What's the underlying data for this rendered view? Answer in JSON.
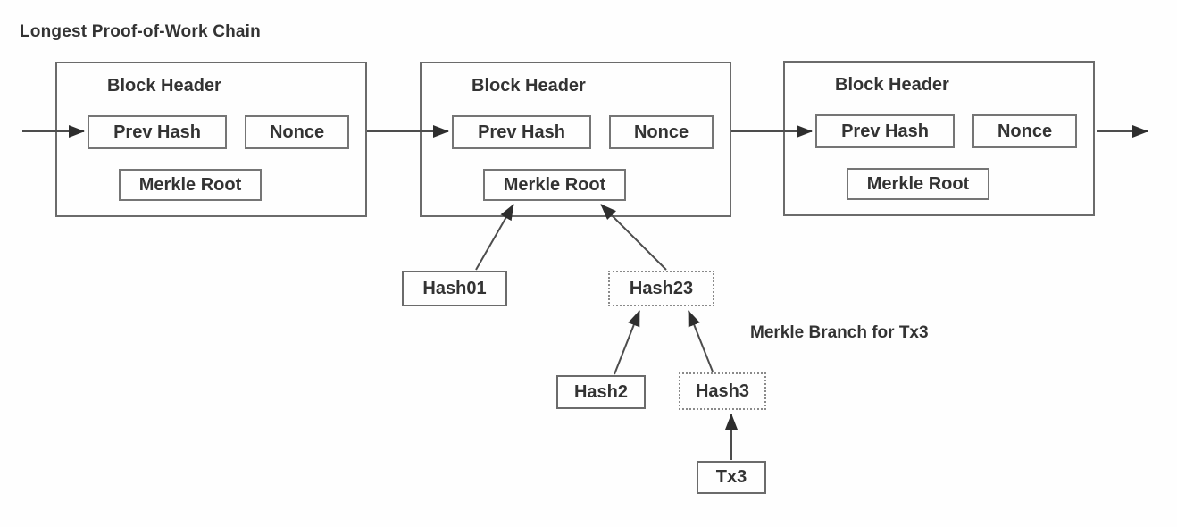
{
  "title": "Longest Proof-of-Work Chain",
  "blocks": [
    {
      "header": "Block Header",
      "prev_hash": "Prev Hash",
      "nonce": "Nonce",
      "merkle_root": "Merkle Root"
    },
    {
      "header": "Block Header",
      "prev_hash": "Prev Hash",
      "nonce": "Nonce",
      "merkle_root": "Merkle Root"
    },
    {
      "header": "Block Header",
      "prev_hash": "Prev Hash",
      "nonce": "Nonce",
      "merkle_root": "Merkle Root"
    }
  ],
  "merkle_tree": {
    "hash01": "Hash01",
    "hash23": "Hash23",
    "hash2": "Hash2",
    "hash3": "Hash3",
    "tx3": "Tx3",
    "branch_label": "Merkle Branch for Tx3"
  },
  "colors": {
    "line": "#4d4d4d",
    "arrowhead": "#2e2e2e",
    "box_border": "#6b6b6b",
    "dotted_border": "#8a8a8a",
    "text": "#333333",
    "background": "#fefefe"
  }
}
